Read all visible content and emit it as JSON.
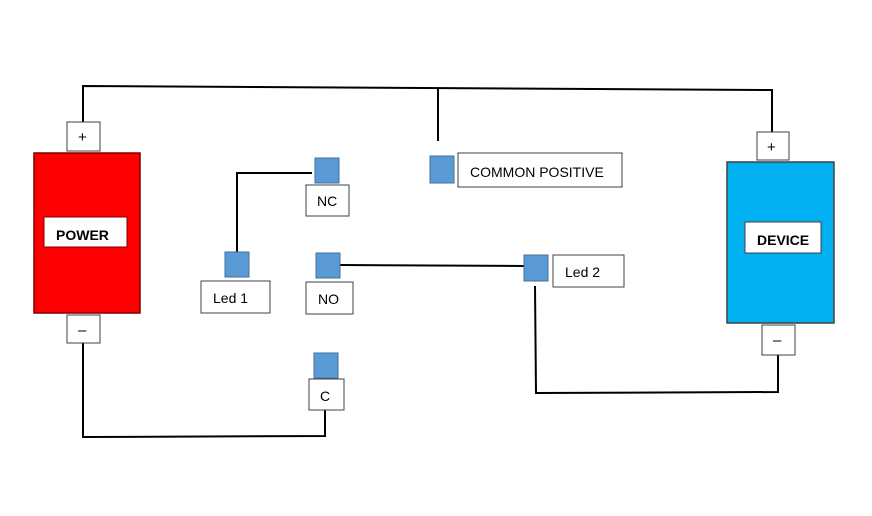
{
  "power": {
    "label": "POWER",
    "plus": "+",
    "minus": "–",
    "color": "#ff0000"
  },
  "device": {
    "label": "DEVICE",
    "plus": "+",
    "minus": "–",
    "color": "#00b0f0"
  },
  "terminals": {
    "nc": "NC",
    "no": "NO",
    "c": "C",
    "common_positive": "COMMON POSITIVE"
  },
  "leds": {
    "led1": "Led 1",
    "led2": "Led 2"
  },
  "colors": {
    "pin": "#5b9bd5",
    "wire": "#000000",
    "box_border": "#404040"
  }
}
